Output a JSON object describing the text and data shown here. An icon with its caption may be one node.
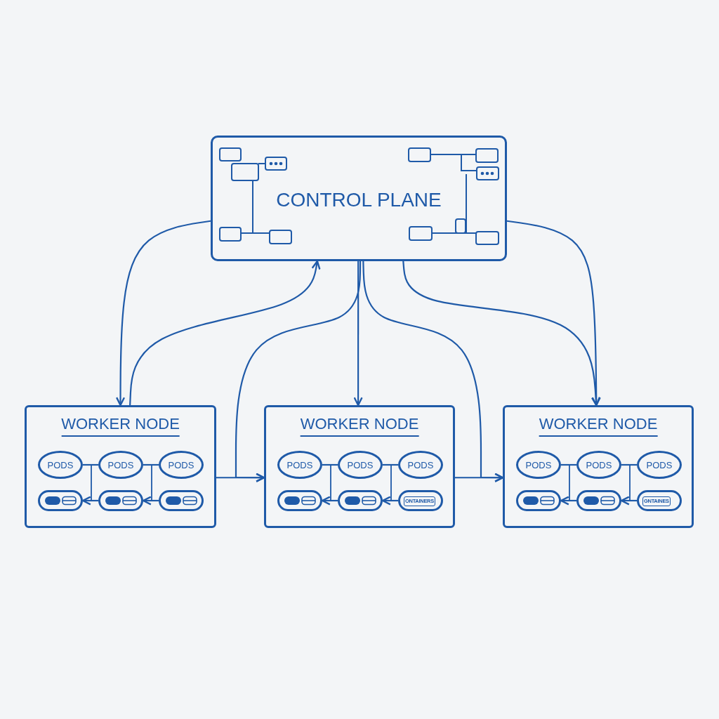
{
  "diagram": {
    "nodes": [
      {
        "text": [
          "CONTROL PLANE"
        ]
      },
      {
        "text": [
          "WORKER NODE"
        ]
      },
      {
        "text": [
          "PODS"
        ],
        "in": 1
      },
      {
        "text": [
          "PODS"
        ],
        "in": 1
      },
      {
        "text": [
          "PODS"
        ],
        "in": 1
      },
      {
        "text": [],
        "shape": "pill",
        "in": 1
      },
      {
        "text": [],
        "shape": "pill",
        "in": 1
      },
      {
        "text": [],
        "shape": "pill",
        "in": 1
      },
      {
        "text": [
          "WORKER NODE"
        ]
      },
      {
        "text": [
          "PODS"
        ],
        "in": 8
      },
      {
        "text": [
          "PODS"
        ],
        "in": 8
      },
      {
        "text": [
          "PODS"
        ],
        "in": 8
      },
      {
        "text": [],
        "shape": "pill",
        "in": 8
      },
      {
        "text": [],
        "shape": "pill",
        "in": 8
      },
      {
        "text": [
          "ONTAINERS"
        ],
        "in": 8
      },
      {
        "text": [
          "WORKER NODE"
        ]
      },
      {
        "text": [
          "PODS"
        ],
        "in": 15
      },
      {
        "text": [
          "PODS"
        ],
        "in": 15
      },
      {
        "text": [
          "PODS"
        ],
        "in": 15
      },
      {
        "text": [],
        "shape": "pill",
        "in": 15
      },
      {
        "text": [],
        "shape": "pill",
        "in": 15
      },
      {
        "text": [
          "GNTAINES"
        ],
        "in": 15
      }
    ],
    "edges": [
      {
        "from": 0,
        "to": 1,
        "arrow": "to"
      },
      {
        "from": 1,
        "to": 0,
        "arrow": "to"
      },
      {
        "from": 0,
        "to": 8,
        "arrow": "to"
      },
      {
        "from": 0,
        "to": 8,
        "arrow": "to"
      },
      {
        "from": 1,
        "to": 8,
        "arrow": "to"
      },
      {
        "from": 0,
        "to": 15,
        "arrow": "to"
      },
      {
        "from": 8,
        "to": 15,
        "arrow": "to"
      },
      {
        "from": 0,
        "to": 15,
        "arrow": "to"
      },
      {
        "from": 0,
        "to": 15,
        "arrow": "to"
      },
      {
        "from": 2,
        "to": 3,
        "arrow": "none"
      },
      {
        "from": 3,
        "to": 4,
        "arrow": "none"
      },
      {
        "from": 5,
        "to": 6,
        "arrow": "none"
      },
      {
        "from": 6,
        "to": 7,
        "arrow": "none"
      },
      {
        "from": 9,
        "to": 10,
        "arrow": "none"
      },
      {
        "from": 10,
        "to": 11,
        "arrow": "none"
      },
      {
        "from": 12,
        "to": 13,
        "arrow": "none"
      },
      {
        "from": 13,
        "to": 14,
        "arrow": "none"
      },
      {
        "from": 16,
        "to": 17,
        "arrow": "none"
      },
      {
        "from": 17,
        "to": 18,
        "arrow": "none"
      },
      {
        "from": 19,
        "to": 20,
        "arrow": "none"
      },
      {
        "from": 20,
        "to": 21,
        "arrow": "none"
      },
      {
        "from": 2,
        "to": 5,
        "arrow": "to"
      },
      {
        "from": 3,
        "to": 6,
        "arrow": "to"
      },
      {
        "from": 9,
        "to": 12,
        "arrow": "to"
      },
      {
        "from": 10,
        "to": 13,
        "arrow": "to"
      },
      {
        "from": 16,
        "to": 19,
        "arrow": "to"
      },
      {
        "from": 17,
        "to": 20,
        "arrow": "to"
      }
    ]
  }
}
